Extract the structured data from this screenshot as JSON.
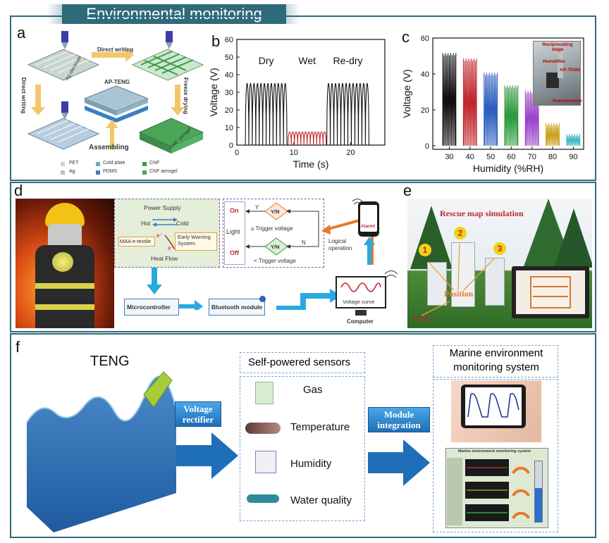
{
  "header": {
    "title": "Environmental monitoring"
  },
  "panels": {
    "a": {
      "label": "a",
      "steps": {
        "direct_writing_top": "Direct writing",
        "direct_writing_left": "Direct writing",
        "freeze_drying": "Freeze drying",
        "assembling": "Assembling"
      },
      "parts": {
        "ag_electrode": "Ag electrode",
        "ap_teng": "AP-TENG",
        "cnf_aerogel": "CNF aerogel"
      },
      "legend": [
        "PET",
        "Cold plate",
        "CNF",
        "Ag",
        "PDMS",
        "CNF aerogel"
      ]
    },
    "b": {
      "label": "b"
    },
    "c": {
      "label": "c",
      "inset": {
        "stage": "Reciprocating stage",
        "humidifier": "Humidifier",
        "teng": "AP-TENG",
        "humidometer": "Humidometer"
      }
    },
    "d": {
      "label": "d",
      "power_supply": "Power Supply",
      "hot": "Hot",
      "cold": "Cold",
      "maa": "MAA e-textile",
      "electron": "e⁻",
      "early_warning": "Early Warning System",
      "heat_flow": "Heat Flow",
      "on": "On",
      "light": "Light",
      "off": "Off",
      "yn": "Y/N",
      "y": "Y",
      "n": "N",
      "ge_trigger": "≥ Trigger voltage",
      "lt_trigger": "< Trigger voltage",
      "logical": "Logical operation",
      "alarm": "Alarm!",
      "microcontroller": "Microcontroller",
      "bluetooth": "Bluetooth module",
      "voltage_curve": "Voltage curve",
      "computer": "Computer"
    },
    "e": {
      "label": "e",
      "title": "Rescue map simulation",
      "position": "Position",
      "teng": "TENG",
      "buildings": [
        "1",
        "2",
        "3"
      ]
    },
    "f": {
      "label": "f",
      "teng": "TENG",
      "rectifier": "Voltage rectifier",
      "sensors_title": "Self-powered sensors",
      "sensors": [
        "Gas",
        "Temperature",
        "Humidity",
        "Water quality"
      ],
      "module": "Module integration",
      "marine_title": "Marine environment monitoring system",
      "screen_title": "Marine environment monitoring system"
    }
  },
  "colors": {
    "frame": "#2e6b7a",
    "arrow": "#1f6fb8",
    "orange": "#e8782a"
  },
  "chart_data": [
    {
      "type": "line",
      "panel": "b",
      "xlabel": "Time (s)",
      "ylabel": "Voltage (V)",
      "xlim": [
        0,
        26
      ],
      "ylim": [
        0,
        60
      ],
      "xticks": [
        0,
        10,
        20
      ],
      "yticks": [
        0,
        10,
        20,
        30,
        40,
        50,
        60
      ],
      "annotations": [
        "Dry",
        "Wet",
        "Re-dry"
      ],
      "segments": [
        {
          "name": "Dry",
          "color": "#111111",
          "t_start": 1.5,
          "t_end": 8.8,
          "amplitude": 35,
          "cycles": 12
        },
        {
          "name": "Wet",
          "color": "#c0282d",
          "t_start": 9.0,
          "t_end": 15.7,
          "amplitude": 7.5,
          "cycles": 12
        },
        {
          "name": "Re-dry",
          "color": "#111111",
          "t_start": 15.8,
          "t_end": 23.2,
          "amplitude": 35,
          "cycles": 12
        }
      ]
    },
    {
      "type": "line",
      "panel": "c",
      "xlabel": "Humidity (%RH)",
      "ylabel": "Voltage (V)",
      "xlim": [
        22,
        95
      ],
      "ylim": [
        -2,
        60
      ],
      "xticks": [
        30,
        40,
        50,
        60,
        70,
        80,
        90
      ],
      "yticks": [
        0,
        20,
        40,
        60
      ],
      "series": [
        {
          "humidity": 30,
          "value": 51,
          "color": "#111111"
        },
        {
          "humidity": 40,
          "value": 48,
          "color": "#c0282d"
        },
        {
          "humidity": 50,
          "value": 40,
          "color": "#2b5fbf"
        },
        {
          "humidity": 60,
          "value": 33,
          "color": "#2e9b3e"
        },
        {
          "humidity": 70,
          "value": 30,
          "color": "#9b45c8"
        },
        {
          "humidity": 80,
          "value": 12,
          "color": "#c9a21e"
        },
        {
          "humidity": 90,
          "value": 6,
          "color": "#3fb8c6"
        }
      ]
    }
  ]
}
